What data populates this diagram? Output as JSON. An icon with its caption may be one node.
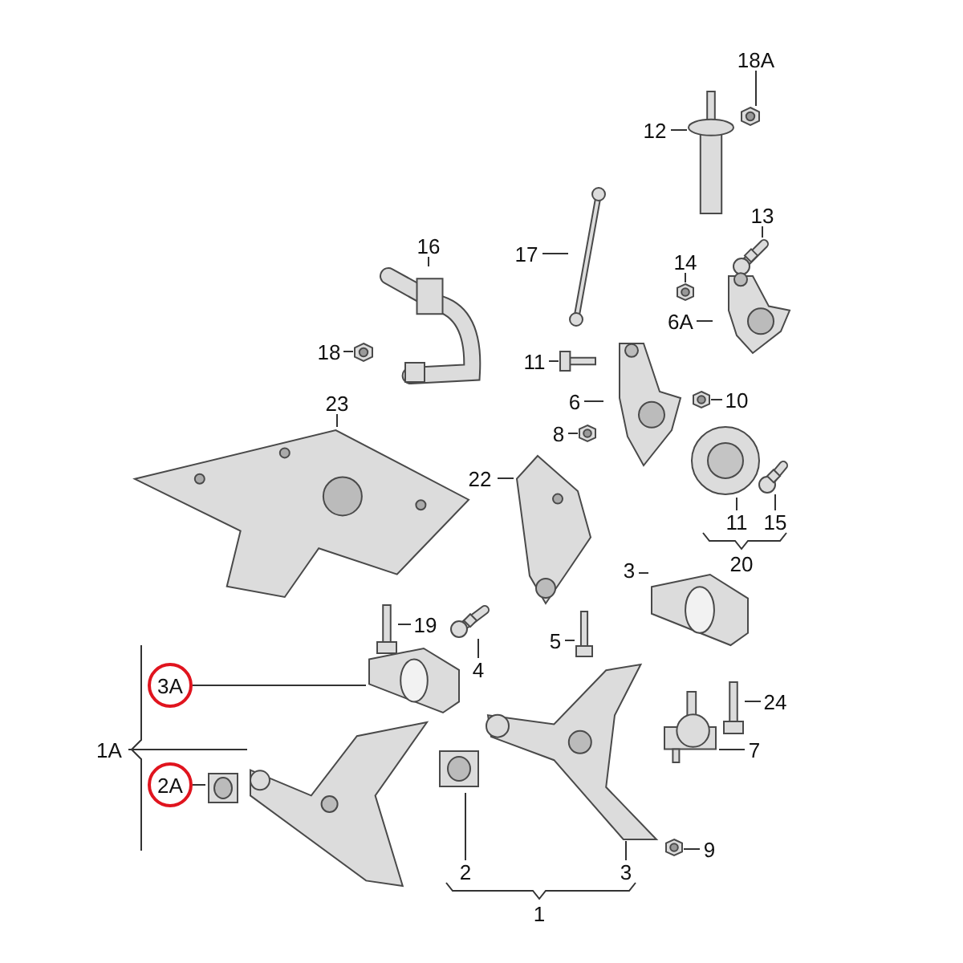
{
  "diagram": {
    "nodes": [
      {
        "text": [
          "18A"
        ]
      },
      {
        "text": [],
        "shape": "picture"
      },
      {
        "text": [
          "12"
        ]
      },
      {
        "text": [],
        "shape": "picture"
      },
      {
        "text": [
          "17"
        ]
      },
      {
        "text": [],
        "shape": "picture"
      },
      {
        "text": [
          "16"
        ]
      },
      {
        "text": [],
        "shape": "picture"
      },
      {
        "text": [
          "18"
        ]
      },
      {
        "text": [],
        "shape": "picture"
      },
      {
        "text": [
          "13"
        ]
      },
      {
        "text": [],
        "shape": "picture"
      },
      {
        "text": [
          "14"
        ]
      },
      {
        "text": [],
        "shape": "picture"
      },
      {
        "text": [
          "6A"
        ]
      },
      {
        "text": [],
        "shape": "picture"
      },
      {
        "text": [
          "11"
        ]
      },
      {
        "text": [],
        "shape": "picture"
      },
      {
        "text": [
          "6"
        ]
      },
      {
        "text": [],
        "shape": "picture"
      },
      {
        "text": [
          "10"
        ]
      },
      {
        "text": [],
        "shape": "picture"
      },
      {
        "text": [
          "8"
        ]
      },
      {
        "text": [],
        "shape": "picture"
      },
      {
        "text": [
          "23"
        ]
      },
      {
        "text": [],
        "shape": "picture"
      },
      {
        "text": [
          "22"
        ]
      },
      {
        "text": [],
        "shape": "picture"
      },
      {
        "text": [],
        "shape": "picture"
      },
      {
        "text": [],
        "shape": "picture"
      },
      {
        "text": [
          "11"
        ]
      },
      {
        "text": [
          "15"
        ]
      },
      {
        "text": [
          "19"
        ]
      },
      {
        "text": [],
        "shape": "picture"
      },
      {
        "text": [
          "4"
        ]
      },
      {
        "text": [],
        "shape": "picture"
      },
      {
        "text": [
          "5"
        ]
      },
      {
        "text": [],
        "shape": "picture"
      },
      {
        "text": [
          "3"
        ]
      },
      {
        "text": [],
        "shape": "picture"
      },
      {
        "text": [
          "3A"
        ]
      },
      {
        "text": [],
        "shape": "picture"
      },
      {
        "text": [
          "1A"
        ]
      },
      {
        "text": [],
        "shape": "picture"
      },
      {
        "text": [
          "2A"
        ]
      },
      {
        "text": [],
        "shape": "picture"
      },
      {
        "text": [
          "2"
        ]
      },
      {
        "text": [],
        "shape": "picture"
      },
      {
        "text": [
          "3"
        ]
      },
      {
        "text": [],
        "shape": "picture"
      },
      {
        "text": [
          "24"
        ]
      },
      {
        "text": [],
        "shape": "picture"
      },
      {
        "text": [
          "7"
        ]
      },
      {
        "text": [],
        "shape": "picture"
      },
      {
        "text": [
          "9"
        ]
      },
      {
        "text": [],
        "shape": "picture"
      }
    ],
    "edges": [
      {
        "from": 0,
        "to": 1,
        "arrow": "none"
      },
      {
        "from": 2,
        "to": 3,
        "arrow": "none"
      },
      {
        "from": 4,
        "to": 5,
        "arrow": "none"
      },
      {
        "from": 6,
        "to": 7,
        "arrow": "none"
      },
      {
        "from": 8,
        "to": 9,
        "arrow": "none"
      },
      {
        "from": 10,
        "to": 11,
        "arrow": "none"
      },
      {
        "from": 12,
        "to": 13,
        "arrow": "none"
      },
      {
        "from": 14,
        "to": 15,
        "arrow": "none"
      },
      {
        "from": 16,
        "to": 17,
        "arrow": "none"
      },
      {
        "from": 18,
        "to": 19,
        "arrow": "none"
      },
      {
        "from": 20,
        "to": 21,
        "arrow": "none"
      },
      {
        "from": 22,
        "to": 23,
        "arrow": "none"
      },
      {
        "from": 24,
        "to": 25,
        "arrow": "none"
      },
      {
        "from": 26,
        "to": 27,
        "arrow": "none"
      },
      {
        "from": 30,
        "to": 28,
        "arrow": "none"
      },
      {
        "from": 31,
        "to": 29,
        "arrow": "none"
      },
      {
        "from": 32,
        "to": 33,
        "arrow": "none"
      },
      {
        "from": 34,
        "to": 35,
        "arrow": "none"
      },
      {
        "from": 36,
        "to": 37,
        "arrow": "none"
      },
      {
        "from": 38,
        "to": 39,
        "arrow": "none"
      },
      {
        "from": 40,
        "to": 41,
        "arrow": "none"
      },
      {
        "from": 42,
        "to": 43,
        "arrow": "none"
      },
      {
        "from": 44,
        "to": 45,
        "arrow": "none"
      },
      {
        "from": 46,
        "to": 47,
        "arrow": "none"
      },
      {
        "from": 48,
        "to": 49,
        "arrow": "none"
      },
      {
        "from": 50,
        "to": 51,
        "arrow": "none"
      },
      {
        "from": 52,
        "to": 53,
        "arrow": "none"
      },
      {
        "from": 54,
        "to": 55,
        "arrow": "none"
      }
    ],
    "labels": [
      "20",
      "1"
    ]
  }
}
